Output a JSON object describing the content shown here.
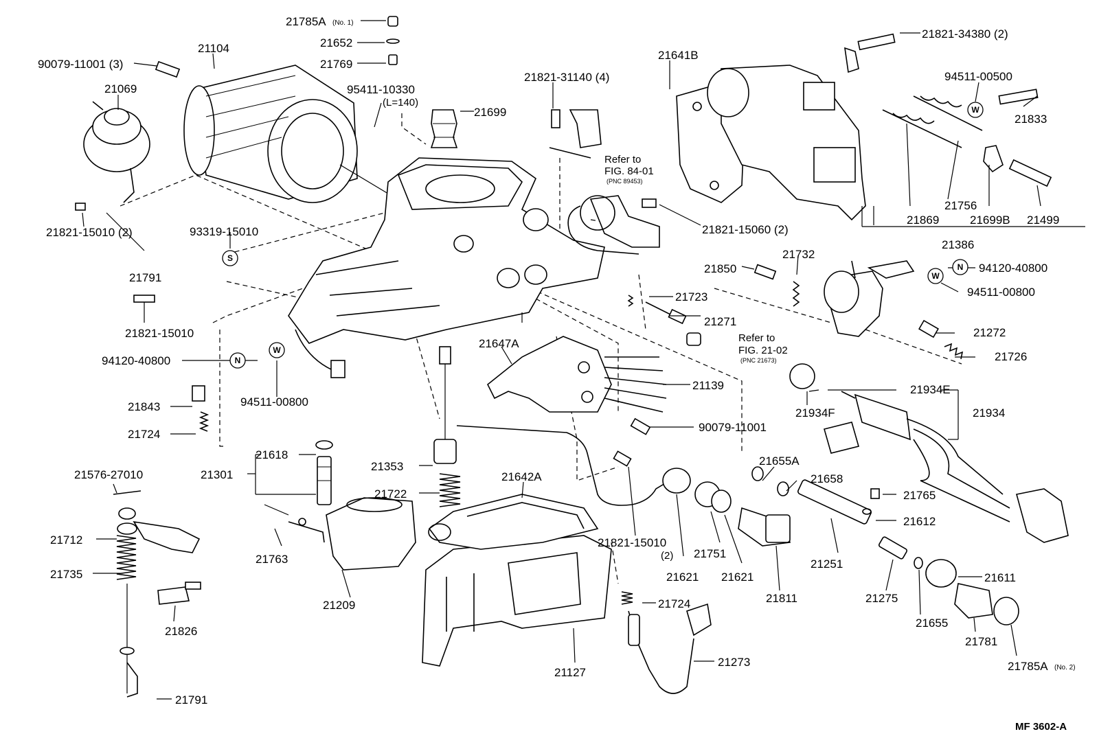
{
  "diagram": {
    "code": "MF  3602-A",
    "refs": {
      "fig84_line1": "Refer to",
      "fig84_line2": "FIG. 84-01",
      "fig84_pnc": "(PNC 89453)",
      "fig21_line1": "Refer to",
      "fig21_line2": "FIG. 21-02",
      "fig21_pnc": "(PNC 21673)"
    },
    "symbols": {
      "n": "N",
      "w": "W",
      "s": "S"
    },
    "labels": {
      "p21785a_1": "21785A",
      "p21785a_1_note": "(No. 1)",
      "p21652": "21652",
      "p21769": "21769",
      "p21104": "21104",
      "p90079_11001_3": "90079-11001 (3)",
      "p21069": "21069",
      "p95411": "95411-10330",
      "p95411_len": "(L=140)",
      "p21699": "21699",
      "p21821_31140": "21821-31140 (4)",
      "p21641b": "21641B",
      "p21821_34380": "21821-34380 (2)",
      "p94511_00500": "94511-00500",
      "p21833": "21833",
      "p21821_15010_2": "21821-15010 (2)",
      "p21791_top": "21791",
      "p93319": "93319-15010",
      "p21821_15060": "21821-15060 (2)",
      "p21756": "21756",
      "p21869": "21869",
      "p21699b": "21699B",
      "p21499": "21499",
      "p21386": "21386",
      "p21732": "21732",
      "p21850": "21850",
      "p94120_40800_r": "94120-40800",
      "p94511_00800_r": "94511-00800",
      "p21723": "21723",
      "p21271": "21271",
      "p21272": "21272",
      "p21726": "21726",
      "p21821_15010": "21821-15010",
      "p94120_40800_l": "94120-40800",
      "p94511_00800_l": "94511-00800",
      "p21647a": "21647A",
      "p21139": "21139",
      "p21934e": "21934E",
      "p21934f": "21934F",
      "p21934": "21934",
      "p21843": "21843",
      "p21724_l": "21724",
      "p90079_11001": "90079-11001",
      "p21655a": "21655A",
      "p21658": "21658",
      "p21618": "21618",
      "p21301": "21301",
      "p21353": "21353",
      "p21576": "21576-27010",
      "p21642a": "21642A",
      "p21722": "21722",
      "p21765": "21765",
      "p21612": "21612",
      "p21712": "21712",
      "p21763": "21763",
      "p21821_15010_b": "21821-15010",
      "p21821_15010_b2": "(2)",
      "p21751": "21751",
      "p21621_a": "21621",
      "p21621_b": "21621",
      "p21251": "21251",
      "p21611": "21611",
      "p21735": "21735",
      "p21209": "21209",
      "p21811": "21811",
      "p21275": "21275",
      "p21826": "21826",
      "p21724_b": "21724",
      "p21655": "21655",
      "p21781": "21781",
      "p21127": "21127",
      "p21273": "21273",
      "p21785a_2": "21785A",
      "p21785a_2_note": "(No. 2)",
      "p21791_bot": "21791"
    }
  }
}
